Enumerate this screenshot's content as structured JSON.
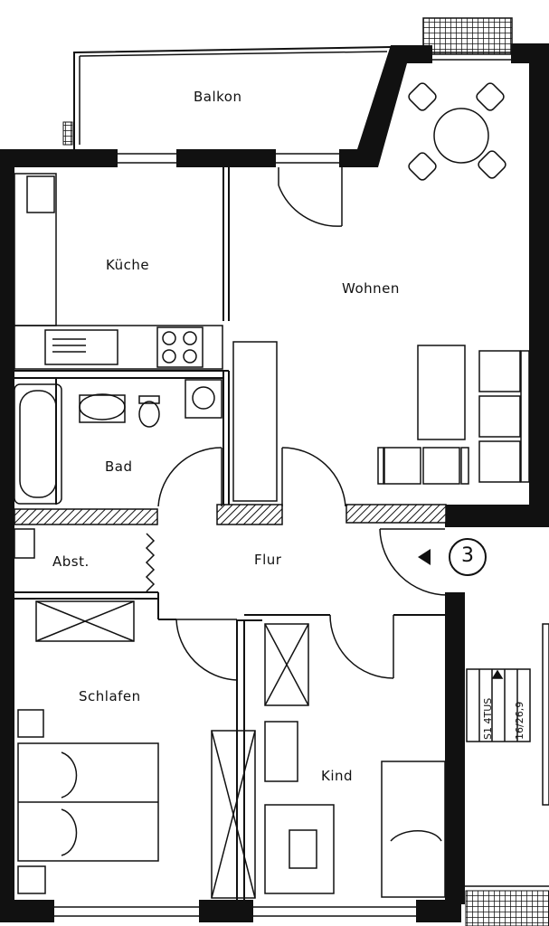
{
  "rooms": {
    "balkon": "Balkon",
    "kueche": "Küche",
    "wohnen": "Wohnen",
    "bad": "Bad",
    "abst": "Abst.",
    "flur": "Flur",
    "schlafen": "Schlafen",
    "kind": "Kind"
  },
  "entrance_number": "3",
  "stairs_labels": {
    "line1": "S1 4TUS",
    "line2": "16/26,9"
  }
}
